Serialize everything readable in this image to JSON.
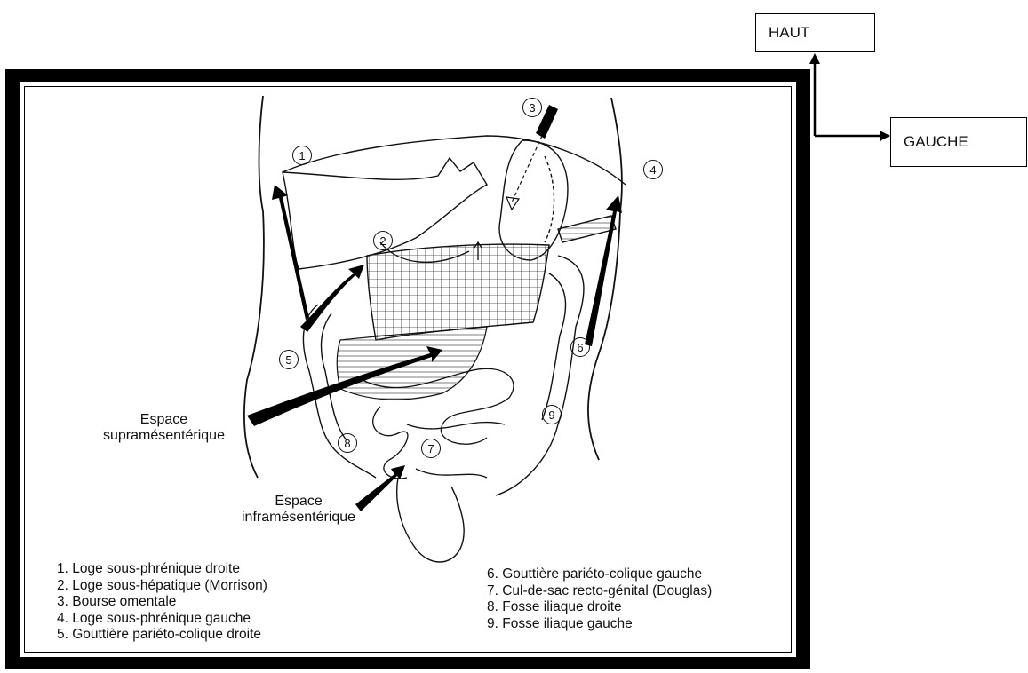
{
  "orientation": {
    "up_label": "HAUT",
    "left_label": "GAUCHE"
  },
  "figure": {
    "espace_supra": [
      "Espace",
      "supramésentérique"
    ],
    "espace_infra": [
      "Espace",
      "inframésentérique"
    ],
    "region_numbers": [
      "1",
      "2",
      "3",
      "4",
      "5",
      "6",
      "7",
      "8",
      "9"
    ],
    "legend_left": [
      "1. Loge sous-phrénique droite",
      "2. Loge sous-hépatique (Morrison)",
      "3. Bourse omentale",
      "4. Loge sous-phrénique gauche",
      "5. Gouttière pariéto-colique droite"
    ],
    "legend_right": [
      "6. Gouttière pariéto-colique gauche",
      "7. Cul-de-sac recto-génital (Douglas)",
      "8. Fosse iliaque droite",
      "9. Fosse iliaque gauche"
    ]
  }
}
